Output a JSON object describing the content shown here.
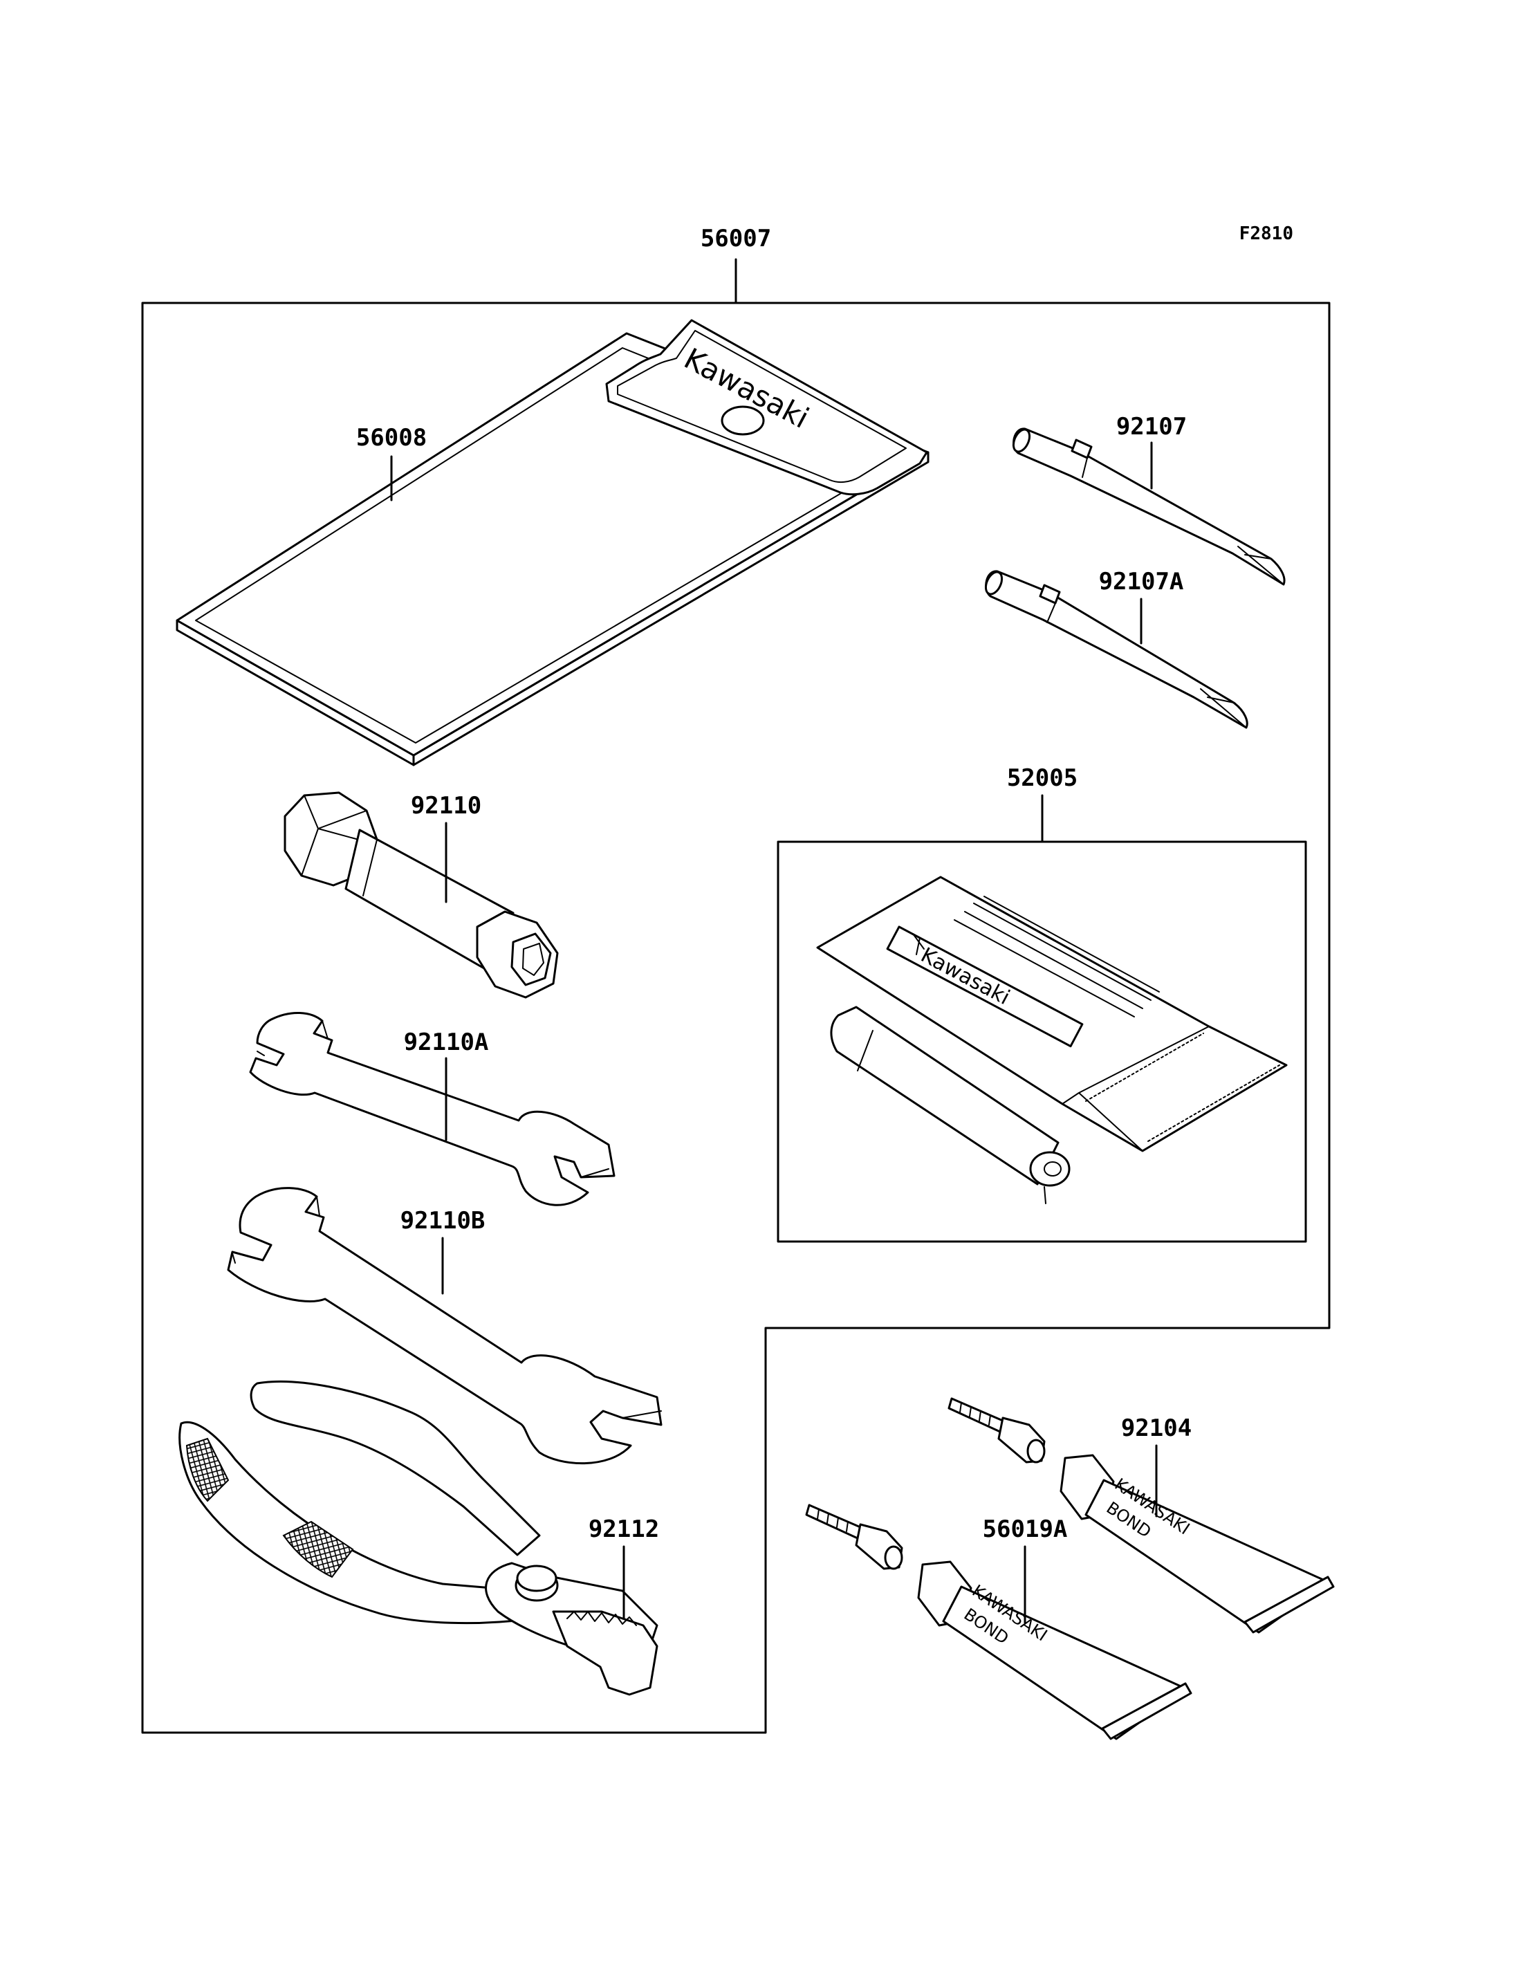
{
  "figure": {
    "reference": "F2810",
    "kit_part": "56007"
  },
  "parts": [
    {
      "id": "kit",
      "number": "56007"
    },
    {
      "id": "tool-pouch",
      "number": "56008"
    },
    {
      "id": "screwdriver-bit",
      "number": "92107"
    },
    {
      "id": "screwdriver-bit-a",
      "number": "92107A"
    },
    {
      "id": "spark-plug-wrench",
      "number": "92110"
    },
    {
      "id": "open-end-wrench-a",
      "number": "92110A"
    },
    {
      "id": "open-end-wrench-b",
      "number": "92110B"
    },
    {
      "id": "pliers",
      "number": "92112"
    },
    {
      "id": "repair-kit",
      "number": "52005"
    },
    {
      "id": "bond-tube",
      "number": "92104"
    },
    {
      "id": "bond-tube-a",
      "number": "56019A"
    }
  ],
  "branding": {
    "pouch_logo": "Kawasaki",
    "envelope_logo": "Kawasaki",
    "tube_brand": "KAWASAKI",
    "tube_product": "BOND"
  }
}
